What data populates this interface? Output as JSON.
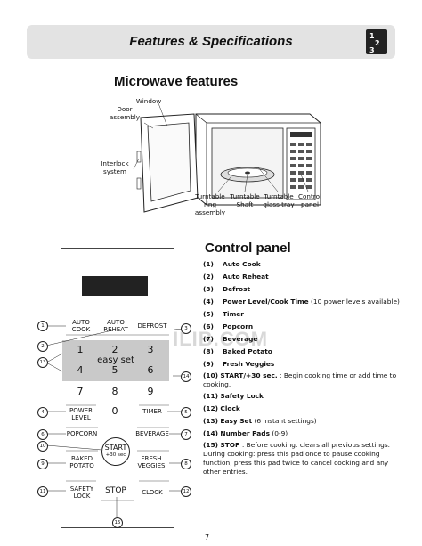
{
  "header": {
    "title": "Features & Specifications",
    "icon": "numbered-steps-icon"
  },
  "microwave": {
    "section_title": "Microwave features",
    "labels": {
      "window": "Window",
      "door_assembly": "Door assembly",
      "interlock_system": "Interlock system",
      "turntable_ring": "Turntable ring assembly",
      "turntable_shaft": "Turntable Shaft",
      "turntable_tray": "Turntable glass tray",
      "control_panel": "Control panel"
    }
  },
  "control_panel": {
    "title": "Control panel",
    "features": [
      {
        "num": "(1)",
        "name": "Auto Cook",
        "desc": ""
      },
      {
        "num": "(2)",
        "name": "Auto Reheat",
        "desc": ""
      },
      {
        "num": "(3)",
        "name": "Defrost",
        "desc": ""
      },
      {
        "num": "(4)",
        "name": "Power Level/Cook Time",
        "desc": " (10 power levels available)"
      },
      {
        "num": "(5)",
        "name": "Timer",
        "desc": ""
      },
      {
        "num": "(6)",
        "name": "Popcorn",
        "desc": ""
      },
      {
        "num": "(7)",
        "name": "Beverage",
        "desc": ""
      },
      {
        "num": "(8)",
        "name": "Baked Potato",
        "desc": ""
      },
      {
        "num": "(9)",
        "name": "Fresh Veggies",
        "desc": ""
      },
      {
        "num": "(10)",
        "name": "START/+30 sec.",
        "desc": " : Begin cooking time or add time to cooking."
      },
      {
        "num": "(11)",
        "name": "Safety Lock",
        "desc": ""
      },
      {
        "num": "(12)",
        "name": "Clock",
        "desc": ""
      },
      {
        "num": "(13)",
        "name": "Easy Set",
        "desc": " (6 instant settings)"
      },
      {
        "num": "(14)",
        "name": "Number Pads",
        "desc": " (0-9)"
      },
      {
        "num": "(15)",
        "name": "STOP",
        "desc": " : Before cooking: clears all previous settings. During cooking: press this pad once to pause cooking function, press this pad twice to cancel cooking and any other entries."
      }
    ]
  },
  "keypad": {
    "auto_cook": "AUTO COOK",
    "auto_reheat": "AUTO REHEAT",
    "defrost": "DEFROST",
    "easy_set": "easy set",
    "power_level": "POWER LEVEL",
    "timer": "TIMER",
    "popcorn": "POPCORN",
    "beverage": "BEVERAGE",
    "start": "START",
    "start_sub": "+30 sec",
    "baked_potato": "BAKED POTATO",
    "fresh_veggies": "FRESH VEGGIES",
    "safety_lock": "SAFETY LOCK",
    "stop": "STOP",
    "clock": "CLOCK",
    "digits": [
      "1",
      "2",
      "3",
      "4",
      "5",
      "6",
      "7",
      "8",
      "9",
      "0"
    ]
  },
  "callouts": [
    "1",
    "2",
    "3",
    "4",
    "5",
    "6",
    "7",
    "8",
    "9",
    "10",
    "11",
    "12",
    "13",
    "14",
    "15"
  ],
  "watermark": "UMLIB.COM",
  "page_number": "7"
}
